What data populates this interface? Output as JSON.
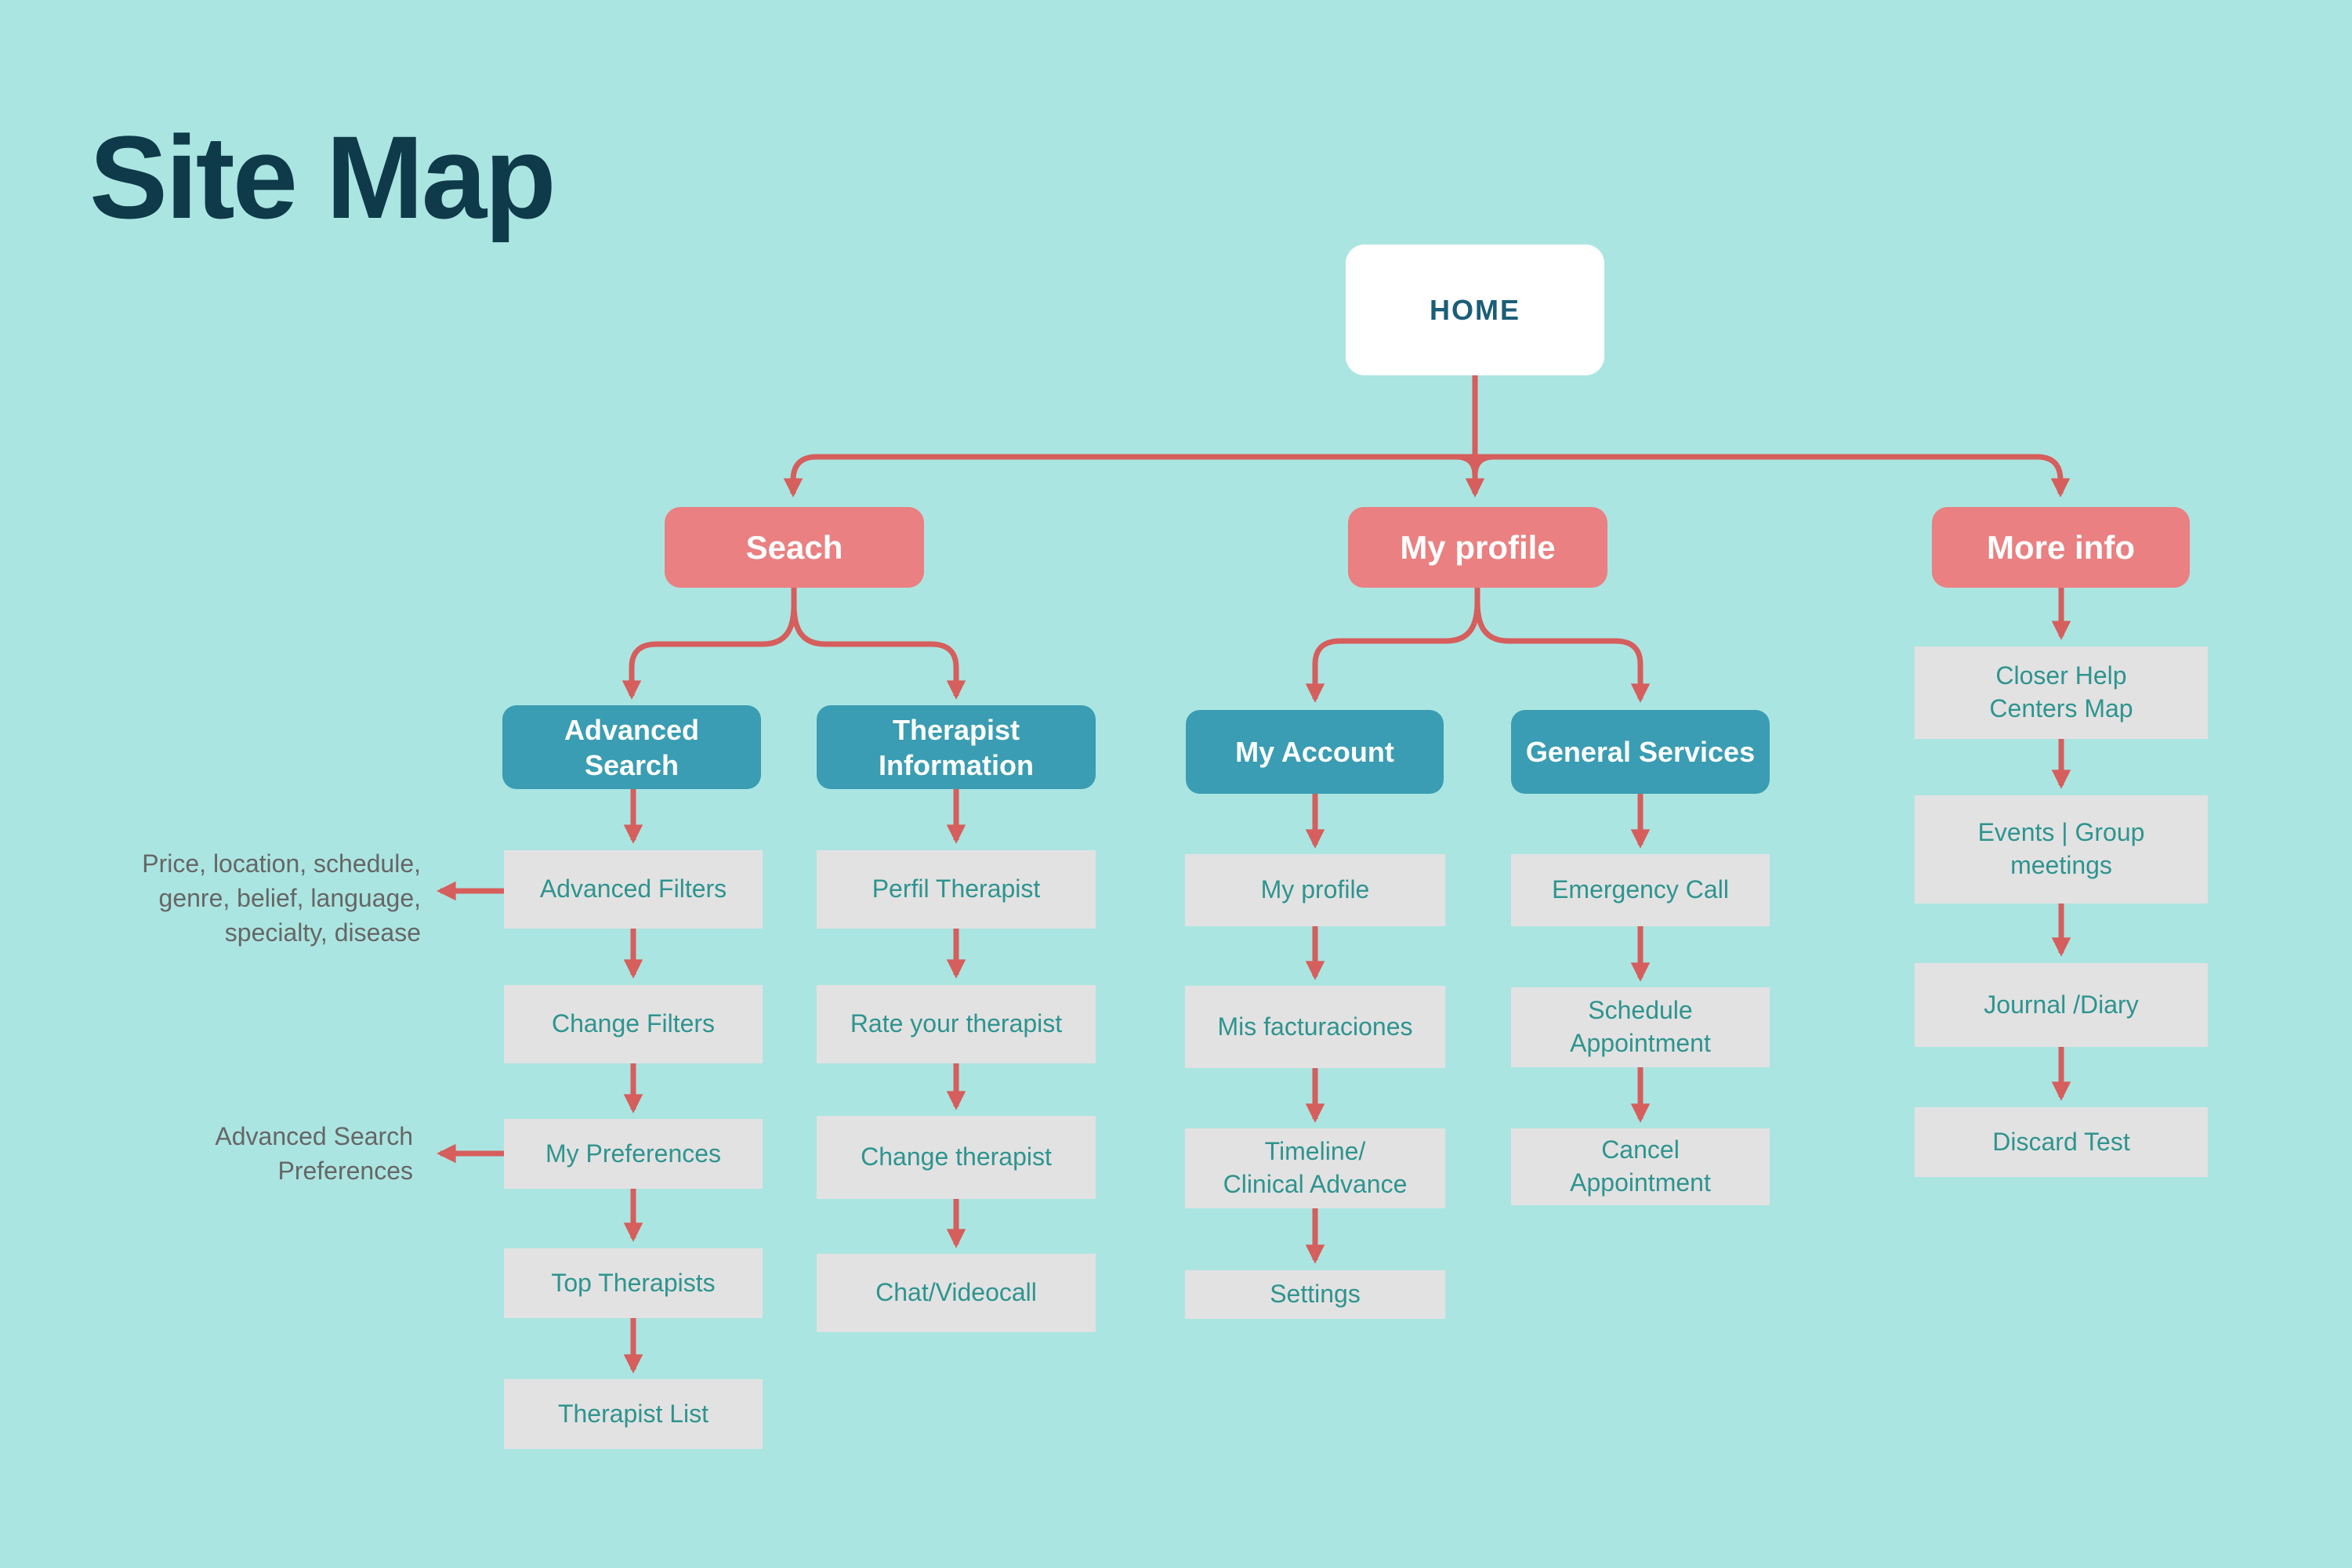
{
  "title": "Site Map",
  "colors": {
    "background": "#ABE5E1",
    "root_box": "#FFFFFF",
    "coral_box": "#EA8081",
    "teal_box": "#3A9DB3",
    "leaf_box": "#E2E2E2",
    "leaf_text": "#2E948F",
    "arrow": "#D65E5C",
    "title_text": "#0E3A49",
    "root_text": "#1C5D78",
    "note_text": "#666666"
  },
  "home": {
    "label": "HOME"
  },
  "level2": {
    "search": {
      "label": "Seach"
    },
    "my_profile": {
      "label": "My profile"
    },
    "more_info": {
      "label": "More info"
    }
  },
  "columns": {
    "advanced_search": {
      "header": "Advanced\nSearch",
      "items": [
        "Advanced Filters",
        "Change Filters",
        "My Preferences",
        "Top Therapists",
        "Therapist List"
      ]
    },
    "therapist_information": {
      "header": "Therapist\nInformation",
      "items": [
        "Perfil Therapist",
        "Rate your therapist",
        "Change therapist",
        "Chat/Videocall"
      ]
    },
    "my_account": {
      "header": "My Account",
      "items": [
        "My profile",
        "Mis facturaciones",
        "Timeline/\nClinical Advance",
        "Settings"
      ]
    },
    "general_services": {
      "header": "General Services",
      "items": [
        "Emergency Call",
        "Schedule\nAppointment",
        "Cancel\nAppointment"
      ]
    },
    "more_info": {
      "items": [
        "Closer Help\nCenters Map",
        "Events | Group\nmeetings",
        "Journal /Diary",
        "Discard Test"
      ]
    }
  },
  "annotations": {
    "filters_note": "Price, location, schedule,\ngenre, belief, language,\nspecialty, disease",
    "preferences_note": "Advanced Search\nPreferences"
  }
}
